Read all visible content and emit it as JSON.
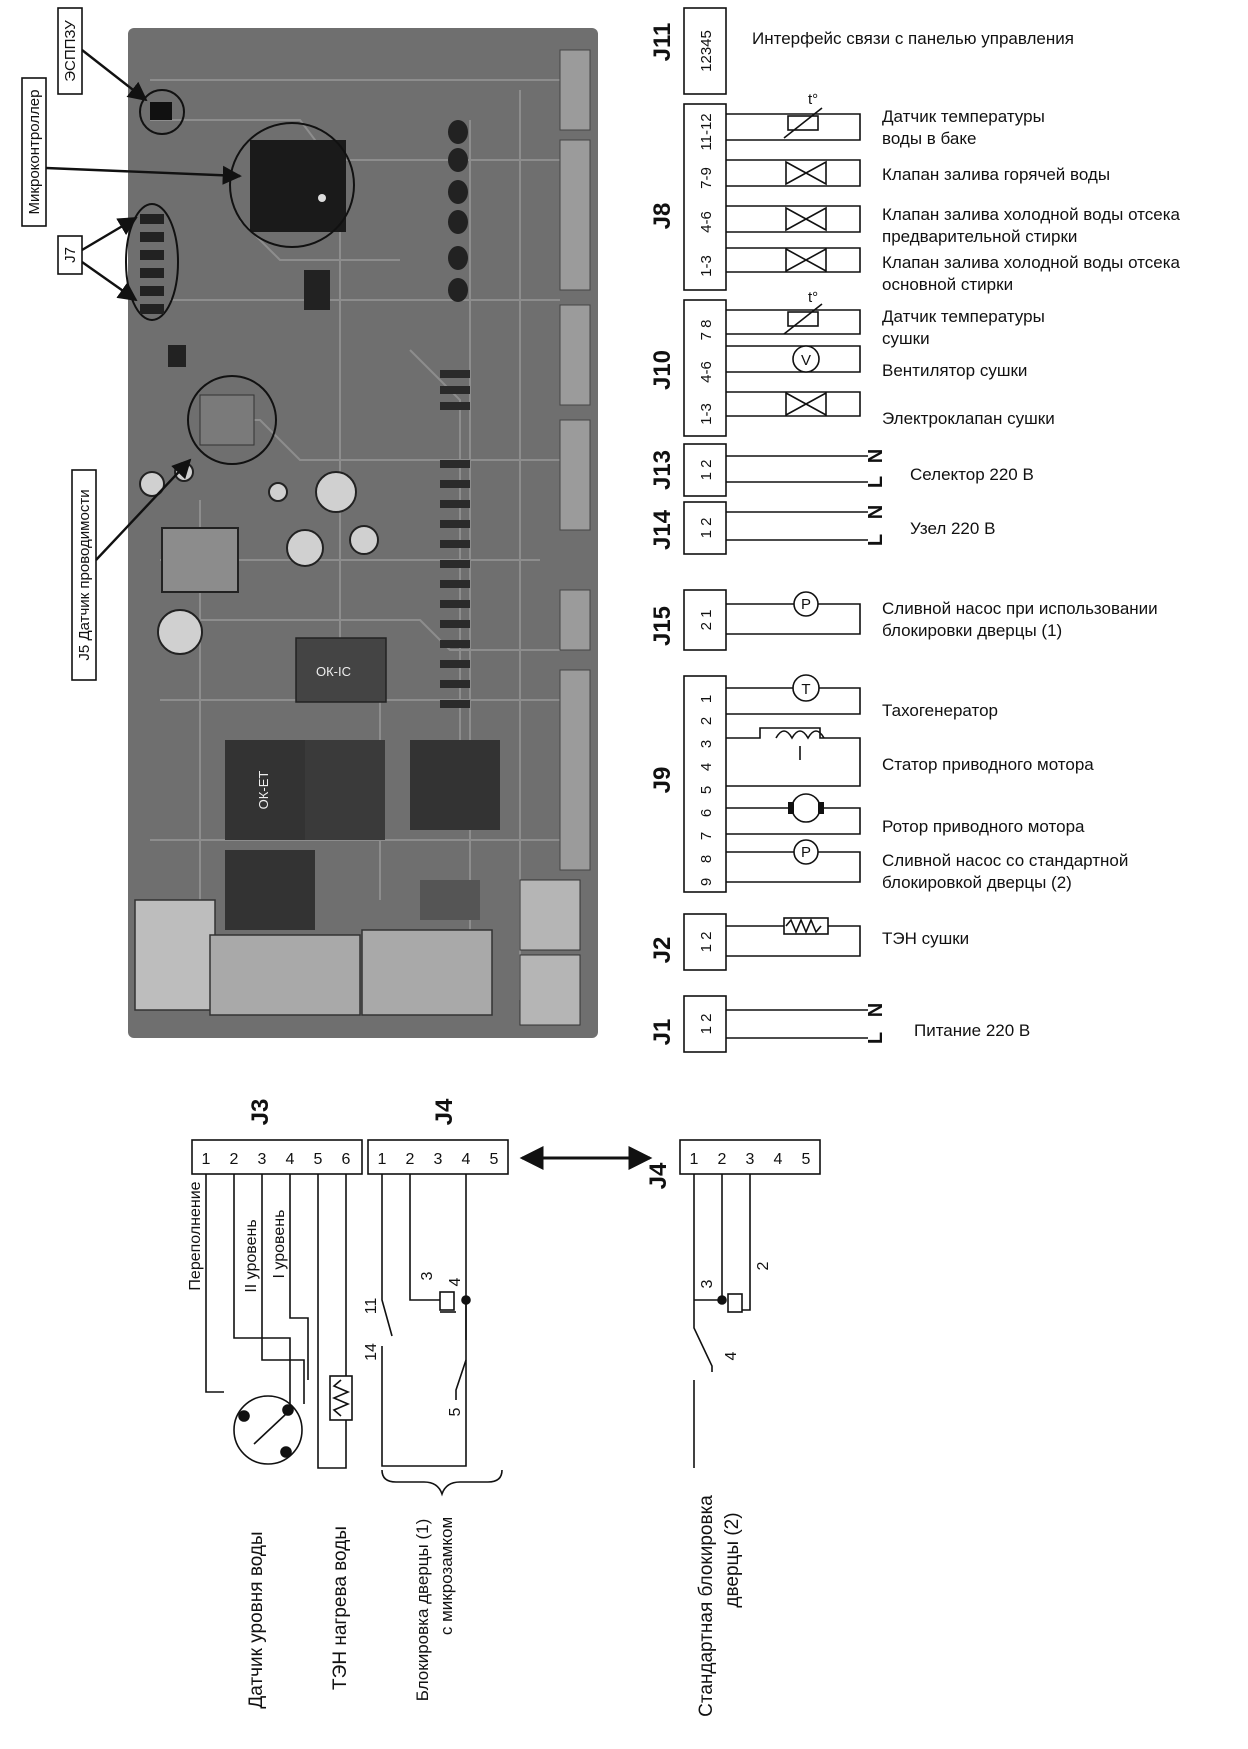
{
  "pcb_callouts": {
    "eeprom": "ЭСППЗУ",
    "microcontroller": "Микроконтроллер",
    "j7": "J7",
    "j5": "J5 Датчик проводимости"
  },
  "pcb_marks": {
    "relay_a": "ОК-ЕТ",
    "relay_b": "ОК-IC"
  },
  "connectors": [
    {
      "id": "J11",
      "pins": [
        "12345"
      ],
      "labels": [
        "Интерфейс связи с панелью управления"
      ]
    },
    {
      "id": "J8",
      "pins": [
        "11-12",
        "7-9",
        "4-6",
        "1-3"
      ],
      "labels": [
        "Датчик температуры",
        "воды в баке",
        "Клапан залива горячей воды",
        "Клапан залива холодной воды отсека",
        "предварительной стирки",
        "Клапан залива холодной воды отсека",
        "основной стирки"
      ]
    },
    {
      "id": "J10",
      "pins": [
        "7 8",
        "4-6",
        "1-3"
      ],
      "labels": [
        "Датчик температуры",
        "сушки",
        "Вентилятор сушки",
        "Электроклапан сушки"
      ]
    },
    {
      "id": "J13",
      "pins": [
        "1 2"
      ],
      "labels": [
        "Селектор  220 В"
      ],
      "lines": [
        "N",
        "L"
      ]
    },
    {
      "id": "J14",
      "pins": [
        "1 2"
      ],
      "labels": [
        "Узел  220 В"
      ],
      "lines": [
        "N",
        "L"
      ]
    },
    {
      "id": "J15",
      "pins": [
        "2 1"
      ],
      "labels": [
        "Сливной насос при использовании",
        "блокировки дверцы (1)"
      ]
    },
    {
      "id": "J9",
      "pins": [
        "1",
        "2",
        "3",
        "4",
        "5",
        "6",
        "7",
        "8",
        "9"
      ],
      "labels": [
        "Тахогенератор",
        "Статор приводного мотора",
        "Ротор приводного мотора",
        "Сливной насос со стандартной",
        "блокировкой дверцы (2)"
      ]
    },
    {
      "id": "J2",
      "pins": [
        "1 2"
      ],
      "labels": [
        "ТЭН сушки"
      ]
    },
    {
      "id": "J1",
      "pins": [
        "1 2"
      ],
      "labels": [
        "Питание 220 В"
      ],
      "lines": [
        "N",
        "L"
      ]
    }
  ],
  "symbols": {
    "temp": "t°",
    "fan": "V",
    "pump": "P",
    "tacho": "T"
  },
  "bottom": {
    "j3": {
      "id": "J3",
      "pins": [
        "1",
        "2",
        "3",
        "4",
        "5",
        "6"
      ]
    },
    "j4a": {
      "id": "J4",
      "pins": [
        "1",
        "2",
        "3",
        "4",
        "5"
      ]
    },
    "j4b": {
      "id": "J4",
      "pins": [
        "1",
        "2",
        "3",
        "4",
        "5"
      ]
    },
    "level_labels": [
      "Переполнение",
      "II уровень",
      "I уровень"
    ],
    "switch_numbers_a": [
      "11",
      "14",
      "3",
      "4",
      "5"
    ],
    "switch_numbers_b": [
      "3",
      "2",
      "4"
    ],
    "captions": [
      "Датчик уровня воды",
      "ТЭН нагрева воды",
      "Блокировка дверцы (1)",
      "с микрозамком",
      "Стандартная блокировка",
      "дверцы (2)"
    ]
  }
}
